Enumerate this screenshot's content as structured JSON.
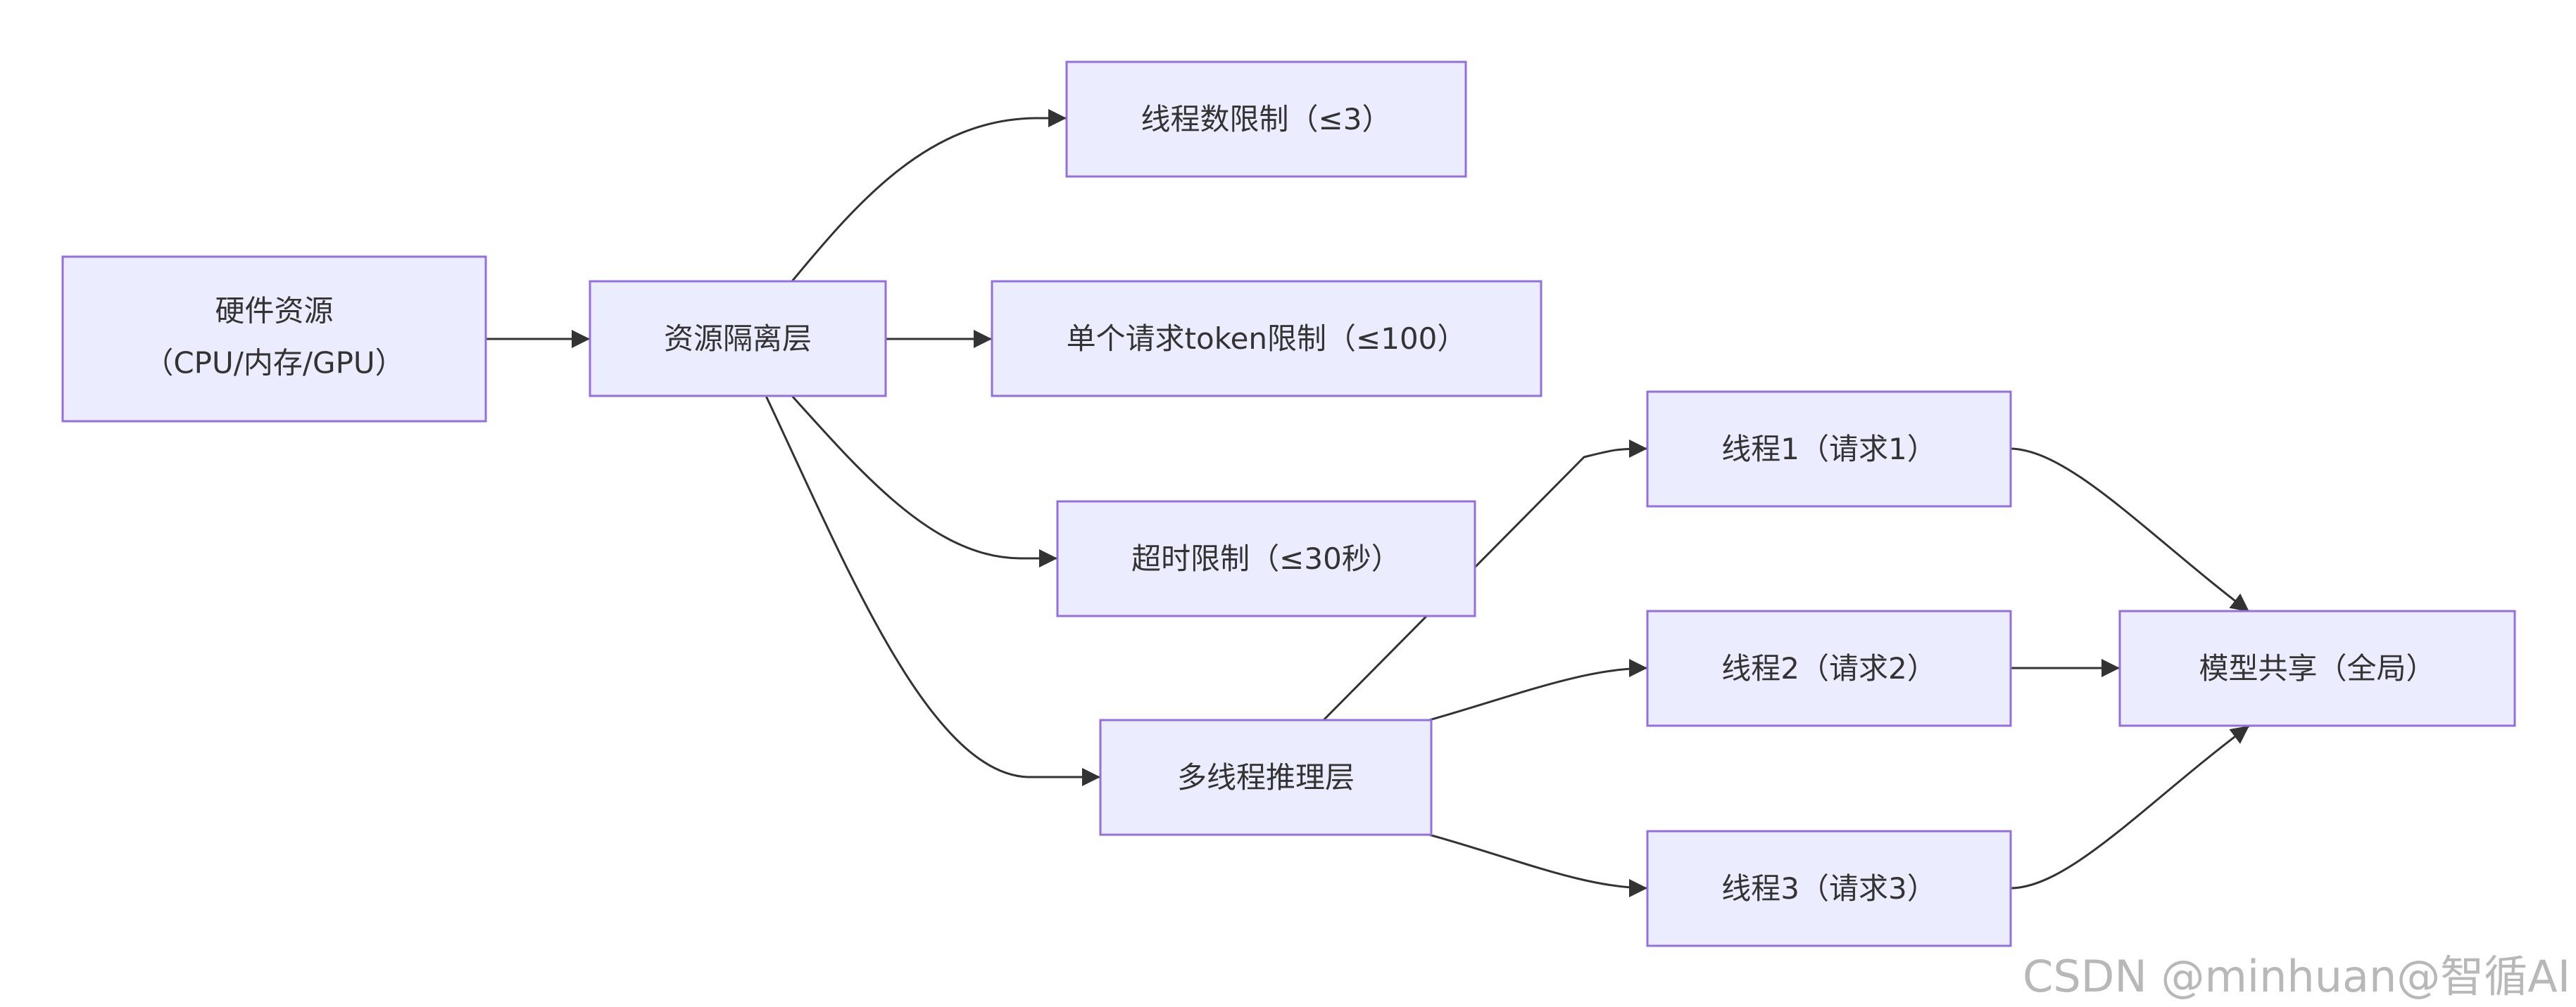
{
  "nodes": {
    "hardware": {
      "line1": "硬件资源",
      "line2": "（CPU/内存/GPU）"
    },
    "isolation": {
      "label": "资源隔离层"
    },
    "thread_limit": {
      "label": "线程数限制（≤3）"
    },
    "token_limit": {
      "label": "单个请求token限制（≤100）"
    },
    "timeout_limit": {
      "label": "超时限制（≤30秒）"
    },
    "multithread": {
      "label": "多线程推理层"
    },
    "thread1": {
      "label": "线程1（请求1）"
    },
    "thread2": {
      "label": "线程2（请求2）"
    },
    "thread3": {
      "label": "线程3（请求3）"
    },
    "model_share": {
      "label": "模型共享（全局）"
    }
  },
  "watermark": "CSDN @minhuan@智循AI",
  "colors": {
    "node_fill": "#ececff",
    "node_stroke": "#9370db",
    "edge": "#333333"
  }
}
